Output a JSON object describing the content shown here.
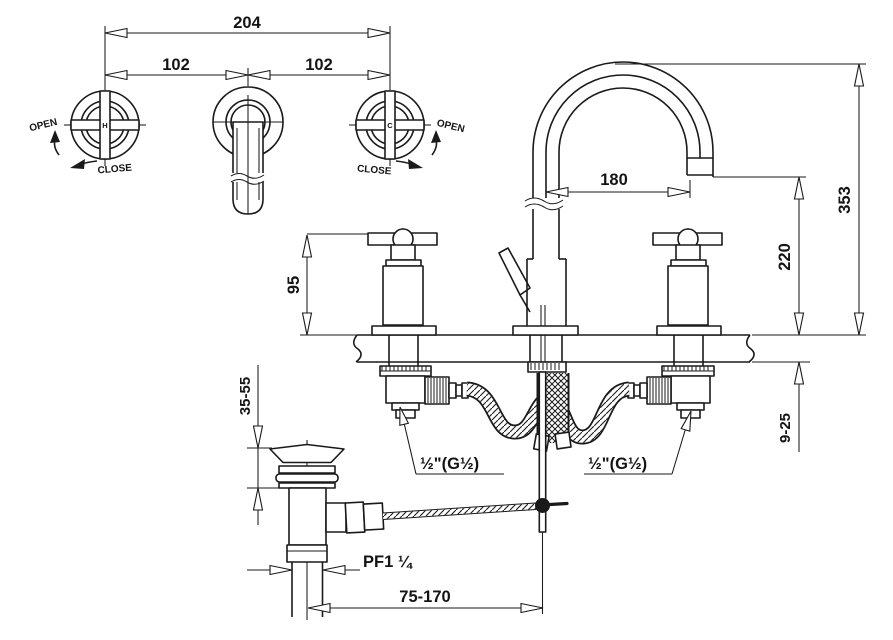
{
  "drawing": {
    "dims": {
      "overall_width": "204",
      "left_spacing": "102",
      "right_spacing": "102",
      "spout_reach": "180",
      "total_height": "353",
      "spout_outlet_height": "220",
      "handle_height": "95",
      "drain_flange_range": "35-55",
      "counter_thickness": "9-25",
      "rod_adjust_range": "75-170",
      "drain_thread": "PF1 ¼",
      "inlet_thread_left": "½\"(G½)",
      "inlet_thread_right": "½\"(G½)"
    },
    "labels": {
      "left_open": "OPEN",
      "left_close": "CLOSE",
      "right_open": "OPEN",
      "right_close": "CLOSE",
      "hot_indicator": "H",
      "cold_indicator": "C"
    },
    "colors": {
      "line": "#1a1a1a",
      "background": "#ffffff"
    }
  }
}
